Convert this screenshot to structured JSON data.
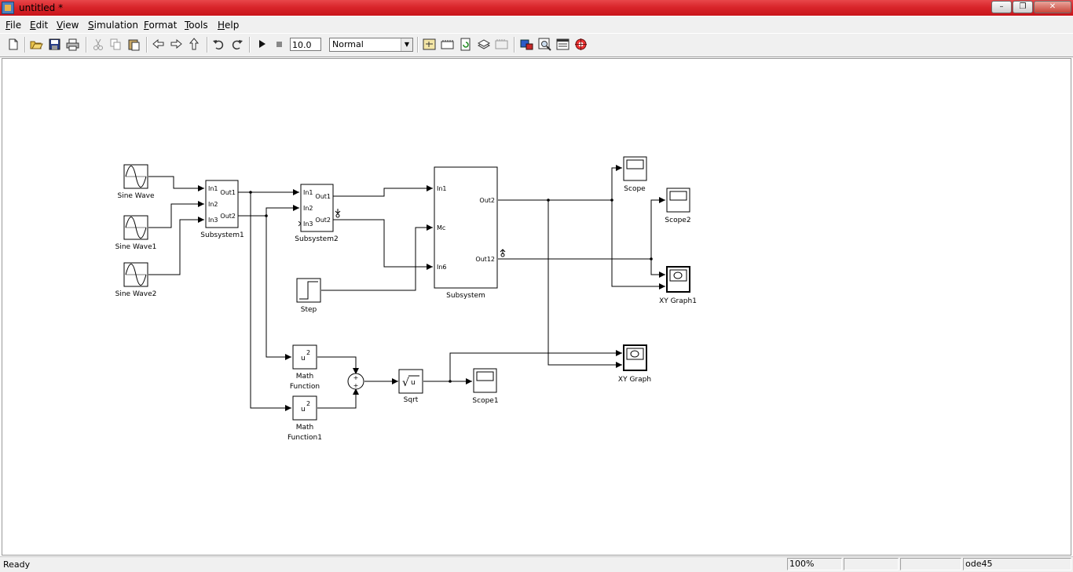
{
  "window": {
    "title": "untitled *"
  },
  "menu": [
    {
      "label": "File",
      "accel": "F",
      "rest": "ile"
    },
    {
      "label": "Edit",
      "accel": "E",
      "rest": "dit"
    },
    {
      "label": "View",
      "accel": "V",
      "rest": "iew"
    },
    {
      "label": "Simulation",
      "accel": "S",
      "rest": "imulation"
    },
    {
      "label": "Format",
      "accel": "F",
      "rest": "ormat"
    },
    {
      "label": "Tools",
      "accel": "T",
      "rest": "ools"
    },
    {
      "label": "Help",
      "accel": "H",
      "rest": "elp"
    }
  ],
  "toolbar": {
    "stop_time": "10.0",
    "sim_mode": "Normal",
    "icons": [
      "new-model-icon",
      "open-icon",
      "save-icon",
      "print-icon",
      "cut-icon",
      "copy-icon",
      "paste-icon",
      "back-icon",
      "forward-icon",
      "up-icon",
      "undo-icon",
      "redo-icon",
      "start-simulation-icon",
      "stop-simulation-icon",
      "build-icon",
      "update-diagram-icon",
      "refresh-icon",
      "library-browser-icon",
      "model-explorer-icon",
      "debug-icon"
    ]
  },
  "blocks": {
    "sine_wave": "Sine Wave",
    "sine_wave1": "Sine Wave1",
    "sine_wave2": "Sine Wave2",
    "subsystem1": "Subsystem1",
    "subsystem2": "Subsystem2",
    "subsystem": "Subsystem",
    "step": "Step",
    "math_function_l1": "Math",
    "math_function_l2": "Function",
    "math_function1_l1": "Math",
    "math_function1_l2": "Function1",
    "sum_plus1": "+",
    "sum_plus2": "+",
    "sqrt": "Sqrt",
    "sqrt_glyph": "√",
    "sqrt_arg": "u",
    "u2_base": "u",
    "u2_exp": "2",
    "scope": "Scope",
    "scope1": "Scope1",
    "scope2": "Scope2",
    "xy_graph": "XY Graph",
    "xy_graph1": "XY Graph1"
  },
  "ports": {
    "s1_in1": "In1",
    "s1_in2": "In2",
    "s1_in3": "In3",
    "s1_out1": "Out1",
    "s1_out2": "Out2",
    "s2_in1": "In1",
    "s2_in2": "In2",
    "s2_in3": "In3",
    "s2_out1": "Out1",
    "s2_out2": "Out2",
    "s_in1": "In1",
    "s_mc": "Mc",
    "s_in6": "In6",
    "s_out2": "Out2",
    "s_out12": "Out12"
  },
  "status": {
    "text": "Ready",
    "zoom": "100%",
    "solver": "ode45"
  },
  "colors": {
    "titlebar": "#d9262b",
    "canvas": "#ffffff",
    "lines": "#000000"
  }
}
